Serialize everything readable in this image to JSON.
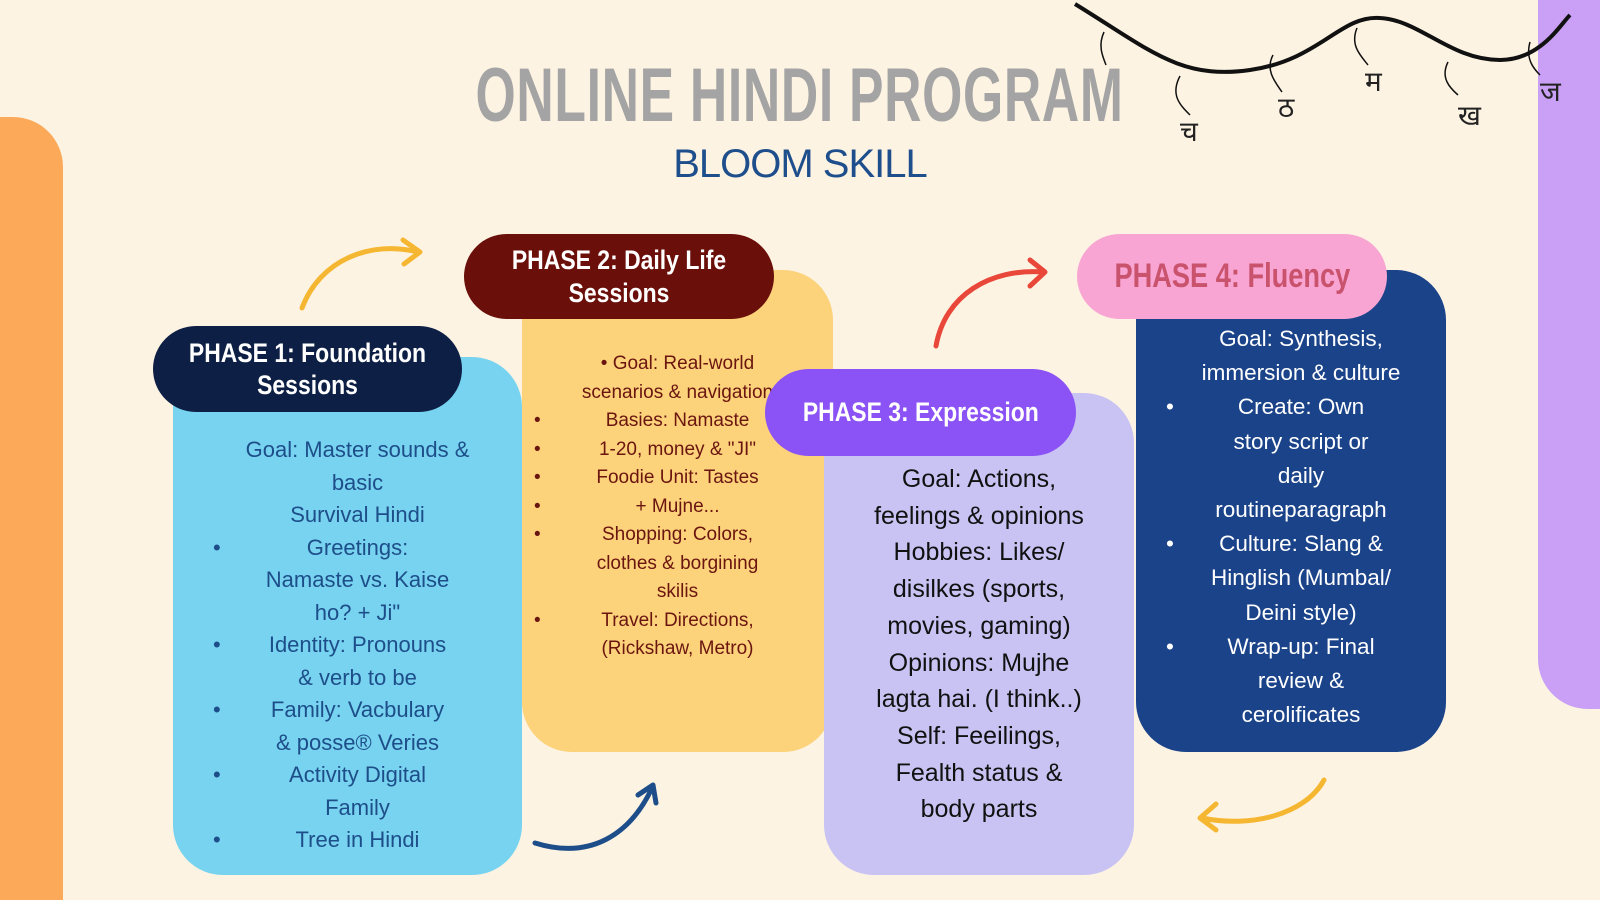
{
  "title": "ONLINE HINDI PROGRAM",
  "subtitle": "BLOOM SKILL",
  "decoration_letters": [
    "च",
    "ठ",
    "म",
    "ख",
    "ज"
  ],
  "phases": [
    {
      "header": "PHASE 1: Foundation Sessions",
      "lines": [
        {
          "text": "Goal: Master sounds &",
          "bullet": false
        },
        {
          "text": "basic",
          "bullet": false
        },
        {
          "text": "Survival Hindi",
          "bullet": false
        },
        {
          "text": "Greetings:",
          "bullet": true
        },
        {
          "text": "Namaste vs. Kaise",
          "bullet": false
        },
        {
          "text": "ho? + Ji\"",
          "bullet": false
        },
        {
          "text": "Identity: Pronouns",
          "bullet": true
        },
        {
          "text": "& verb to be",
          "bullet": false
        },
        {
          "text": "Family: Vacbulary",
          "bullet": true
        },
        {
          "text": "& posse® Veries",
          "bullet": false
        },
        {
          "text": "Activity Digital",
          "bullet": true
        },
        {
          "text": "Family",
          "bullet": false
        },
        {
          "text": "Tree in Hindi",
          "bullet": true
        }
      ]
    },
    {
      "header": "PHASE 2: Daily Life Sessions",
      "lines": [
        {
          "text": "• Goal: Real-world",
          "bullet": false
        },
        {
          "text": "scenarios & navigation",
          "bullet": false
        },
        {
          "text": "Basies: Namaste",
          "bullet": true
        },
        {
          "text": "1-20, money & \"JI\"",
          "bullet": true
        },
        {
          "text": "Foodie Unit: Tastes",
          "bullet": true
        },
        {
          "text": "+ Mujne...",
          "bullet": true
        },
        {
          "text": "Shopping: Colors,",
          "bullet": true
        },
        {
          "text": "clothes & borgining",
          "bullet": false
        },
        {
          "text": "skilis",
          "bullet": false
        },
        {
          "text": "Travel: Directions,",
          "bullet": true
        },
        {
          "text": "(Rickshaw, Metro)",
          "bullet": false
        }
      ]
    },
    {
      "header": "PHASE 3: Expression",
      "lines": [
        {
          "text": "Goal: Actions,",
          "bullet": false
        },
        {
          "text": "feelings & opinions",
          "bullet": false
        },
        {
          "text": "Hobbies: Likes/",
          "bullet": false
        },
        {
          "text": "disilkes (sports,",
          "bullet": false
        },
        {
          "text": "movies, gaming)",
          "bullet": false
        },
        {
          "text": "Opinions: Mujhe",
          "bullet": false
        },
        {
          "text": "lagta hai. (I think..)",
          "bullet": false
        },
        {
          "text": "Self: Feeilings,",
          "bullet": false
        },
        {
          "text": "Fealth status &",
          "bullet": false
        },
        {
          "text": "body parts",
          "bullet": false
        }
      ]
    },
    {
      "header": "PHASE 4: Fluency",
      "lines": [
        {
          "text": "Goal: Synthesis,",
          "bullet": false
        },
        {
          "text": "immersion & culture",
          "bullet": false
        },
        {
          "text": "Create: Own",
          "bullet": true
        },
        {
          "text": "story script or",
          "bullet": false
        },
        {
          "text": "daily",
          "bullet": false
        },
        {
          "text": "routineparagraph",
          "bullet": false
        },
        {
          "text": "Culture: Slang &",
          "bullet": true
        },
        {
          "text": "Hinglish (Mumbal/",
          "bullet": false
        },
        {
          "text": "Deini style)",
          "bullet": false
        },
        {
          "text": "Wrap-up: Final",
          "bullet": true
        },
        {
          "text": "review &",
          "bullet": false
        },
        {
          "text": "cerolificates",
          "bullet": false
        }
      ]
    }
  ],
  "colors": {
    "phase1": "#77d3ef",
    "phase2": "#fcd27a",
    "phase3": "#c9c3f3",
    "phase4": "#1b4389",
    "arrow_yellow": "#f5b731",
    "arrow_blue": "#1d4e8a",
    "arrow_red": "#e8473a"
  }
}
